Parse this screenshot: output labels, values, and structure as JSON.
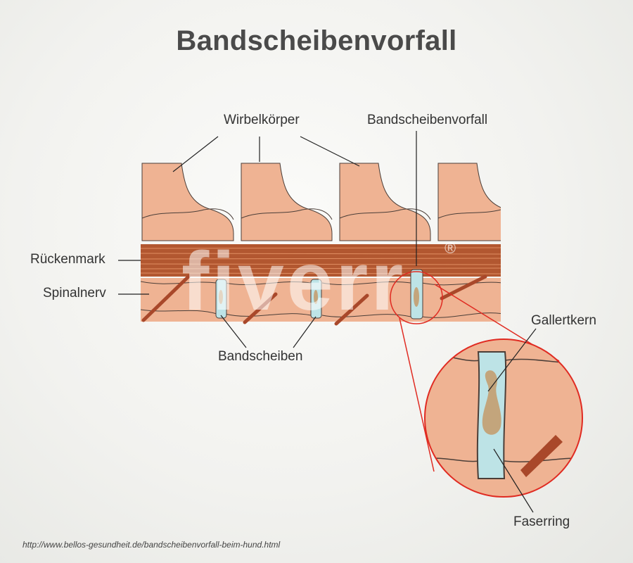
{
  "title": "Bandscheibenvorfall",
  "labels": {
    "wirbelkoerper": "Wirbelkörper",
    "bandscheibenvorfall": "Bandscheibenvorfall",
    "rueckenmark": "Rückenmark",
    "spinalnerv": "Spinalnerv",
    "bandscheiben": "Bandscheiben",
    "gallertkern": "Gallertkern",
    "faserring": "Faserring"
  },
  "watermark": "fiverr",
  "source_url": "http://www.bellos-gesundheit.de/bandscheibenvorfall-beim-hund.html",
  "colors": {
    "bone": "#efb393",
    "bone_outline": "#4b3e38",
    "spinal_cord": "#b25730",
    "nerve": "#a9482a",
    "disc": "#bde3e6",
    "nucleus": "#c3a57c",
    "zoom_circle": "#e02b22"
  }
}
